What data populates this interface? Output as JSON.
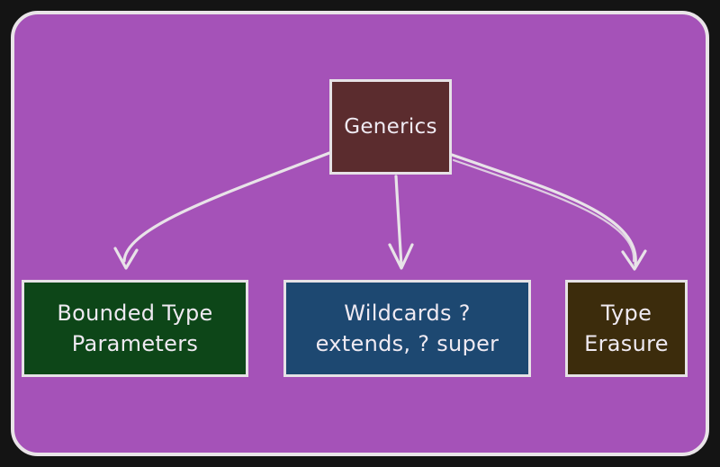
{
  "diagram": {
    "root": {
      "label": "Generics"
    },
    "children": [
      {
        "id": "bounded",
        "label": "Bounded Type\nParameters"
      },
      {
        "id": "wildcards",
        "label": "Wildcards ?\nextends, ? super"
      },
      {
        "id": "erasure",
        "label": "Type\nErasure"
      }
    ],
    "edges": [
      {
        "from": "Generics",
        "to": "Bounded Type Parameters"
      },
      {
        "from": "Generics",
        "to": "Wildcards ? extends, ? super"
      },
      {
        "from": "Generics",
        "to": "Type Erasure"
      }
    ]
  },
  "colors": {
    "background": "#141414",
    "panel": "#a552b8",
    "panel_border": "#e9e4e8",
    "root_fill": "#5b2c2e",
    "bounded_fill": "#0d4618",
    "wildcards_fill": "#1d4871",
    "erasure_fill": "#3c2c0c",
    "stroke": "#e6e2e6",
    "text": "#efeaf2"
  }
}
